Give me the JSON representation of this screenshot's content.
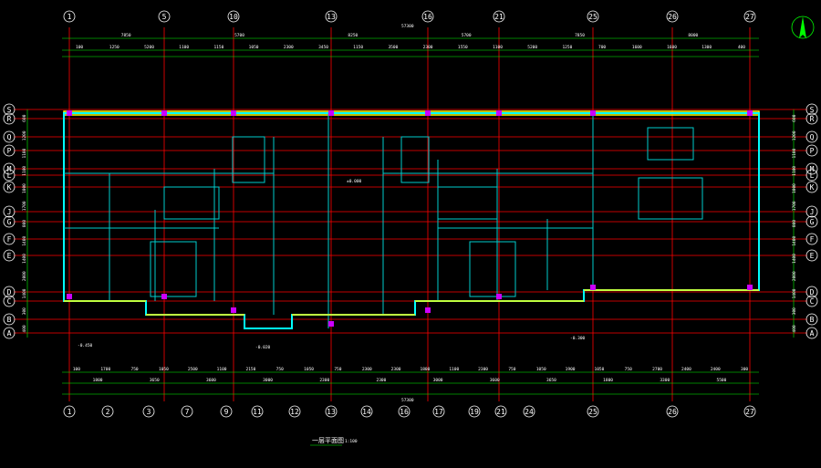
{
  "drawing": {
    "title": "一层平面图",
    "scale": "1:100",
    "overall_top": "57300",
    "overall_bottom": "57300"
  },
  "axes": {
    "columns_top": [
      "1",
      "5",
      "10",
      "13",
      "16",
      "21",
      "25",
      "26",
      "27"
    ],
    "columns_bottom": [
      "1",
      "2",
      "3",
      "7",
      "9",
      "11",
      "12",
      "13",
      "14",
      "16",
      "17",
      "19",
      "21",
      "24",
      "25",
      "26",
      "27"
    ],
    "rows_left": [
      "S",
      "R",
      "Q",
      "P",
      "M",
      "L",
      "K",
      "J",
      "G",
      "F",
      "E",
      "D",
      "C",
      "B",
      "A"
    ],
    "rows_right": [
      "S",
      "R",
      "Q",
      "P",
      "M",
      "L",
      "K",
      "J",
      "G",
      "F",
      "E",
      "D",
      "C",
      "B",
      "A"
    ]
  },
  "dimensions": {
    "top_row1": [
      "7850",
      "5700",
      "8250",
      "5700",
      "7850",
      "8000"
    ],
    "top_row2": [
      "100",
      "1250",
      "5200",
      "1100",
      "1150",
      "1050",
      "2300",
      "3450",
      "1150",
      "3500",
      "2300",
      "1550",
      "1100",
      "5200",
      "1250",
      "700",
      "1600",
      "1600",
      "1300",
      "400"
    ],
    "bottom_row1": [
      "100",
      "1700",
      "750",
      "1050",
      "2500",
      "1100",
      "2150",
      "750",
      "1050",
      "750",
      "2300",
      "2300",
      "1800",
      "1100",
      "2300",
      "750",
      "1050",
      "1900",
      "1050",
      "750",
      "2700",
      "2400",
      "2400",
      "300"
    ],
    "bottom_row2": [
      "1800",
      "3650",
      "3600",
      "3000",
      "2300",
      "2300",
      "3000",
      "3600",
      "3650",
      "1800",
      "3300",
      "5500"
    ],
    "left_side": [
      "600",
      "1200",
      "1100",
      "1100",
      "1000",
      "1700",
      "800",
      "1400",
      "1400",
      "2000",
      "1400",
      "300",
      "400"
    ],
    "right_side": [
      "600",
      "1200",
      "1100",
      "1100",
      "1000",
      "1700",
      "800",
      "1400",
      "1400",
      "2000",
      "1400",
      "300",
      "400"
    ]
  },
  "levels": {
    "l1": "-0.450",
    "l2": "±0.000",
    "l3": "-0.300",
    "l4": "-0.020"
  },
  "colors": {
    "background": "#000000",
    "grid": "#ff0000",
    "wall": "#00ffff",
    "dimension": "#00ff00",
    "window": "#ffff00",
    "column": "#cc00ff",
    "text": "#ffffff"
  },
  "north_arrow": "north-arrow-icon"
}
